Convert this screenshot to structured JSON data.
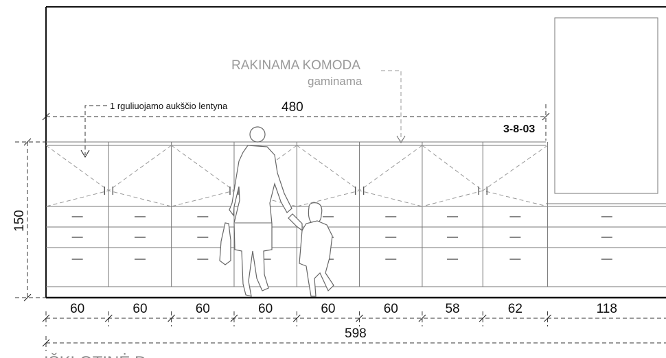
{
  "title_label": "RAKINAMA KOMODA",
  "subtitle_label": "gaminama",
  "shelf_note": "1 rguliuojamo aukščio lentyna",
  "overall_top_dim": "480",
  "code_label": "3-8-03",
  "height_dim": "150",
  "module_widths": [
    "60",
    "60",
    "60",
    "60",
    "60",
    "60",
    "58",
    "62",
    "118"
  ],
  "total_width": "598",
  "view_title": "IŠKLOTINĖ D"
}
